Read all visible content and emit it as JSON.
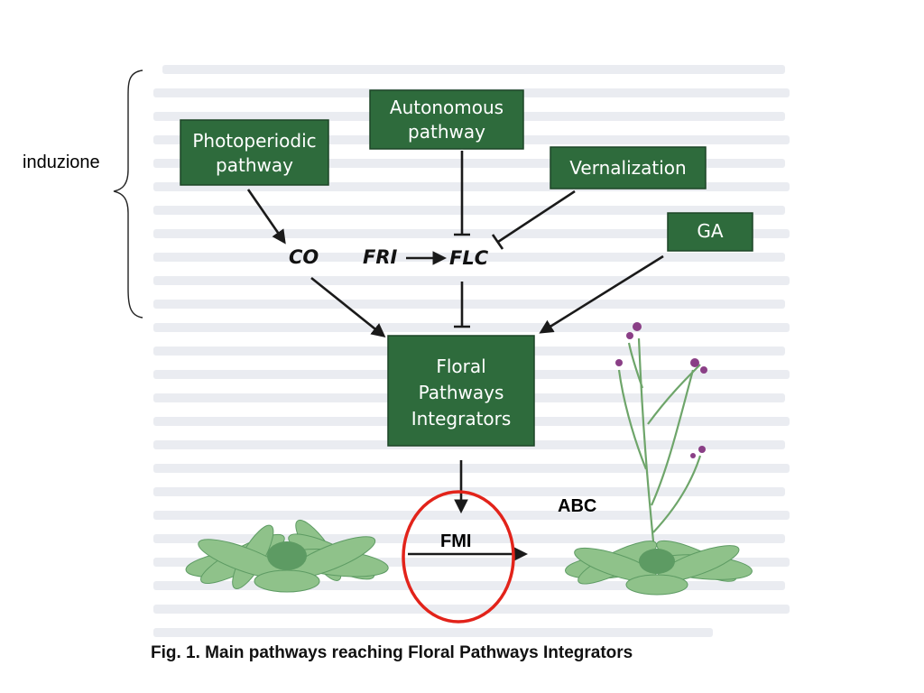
{
  "colors": {
    "box_fill": "#2e6b3c",
    "box_stroke": "#1c4426",
    "arrow": "#1a1a1a",
    "circle": "#e2231a",
    "leaf": "#8fc28a",
    "leaf_dark": "#5d9b63",
    "stem": "#6ea56a",
    "flower": "#8a3f86"
  },
  "bracket_label": "induzione",
  "boxes": {
    "photoperiodic": [
      "Photoperiodic",
      "pathway"
    ],
    "autonomous": [
      "Autonomous",
      "pathway"
    ],
    "vernalization": [
      "Vernalization"
    ],
    "ga": [
      "GA"
    ],
    "integrators": [
      "Floral",
      "Pathways",
      "Integrators"
    ]
  },
  "nodes": {
    "co": "CO",
    "fri": "FRI",
    "flc": "FLC"
  },
  "labels": {
    "fmi": "FMI",
    "abc": "ABC"
  },
  "caption": "Fig. 1. Main pathways reaching Floral Pathways Integrators"
}
